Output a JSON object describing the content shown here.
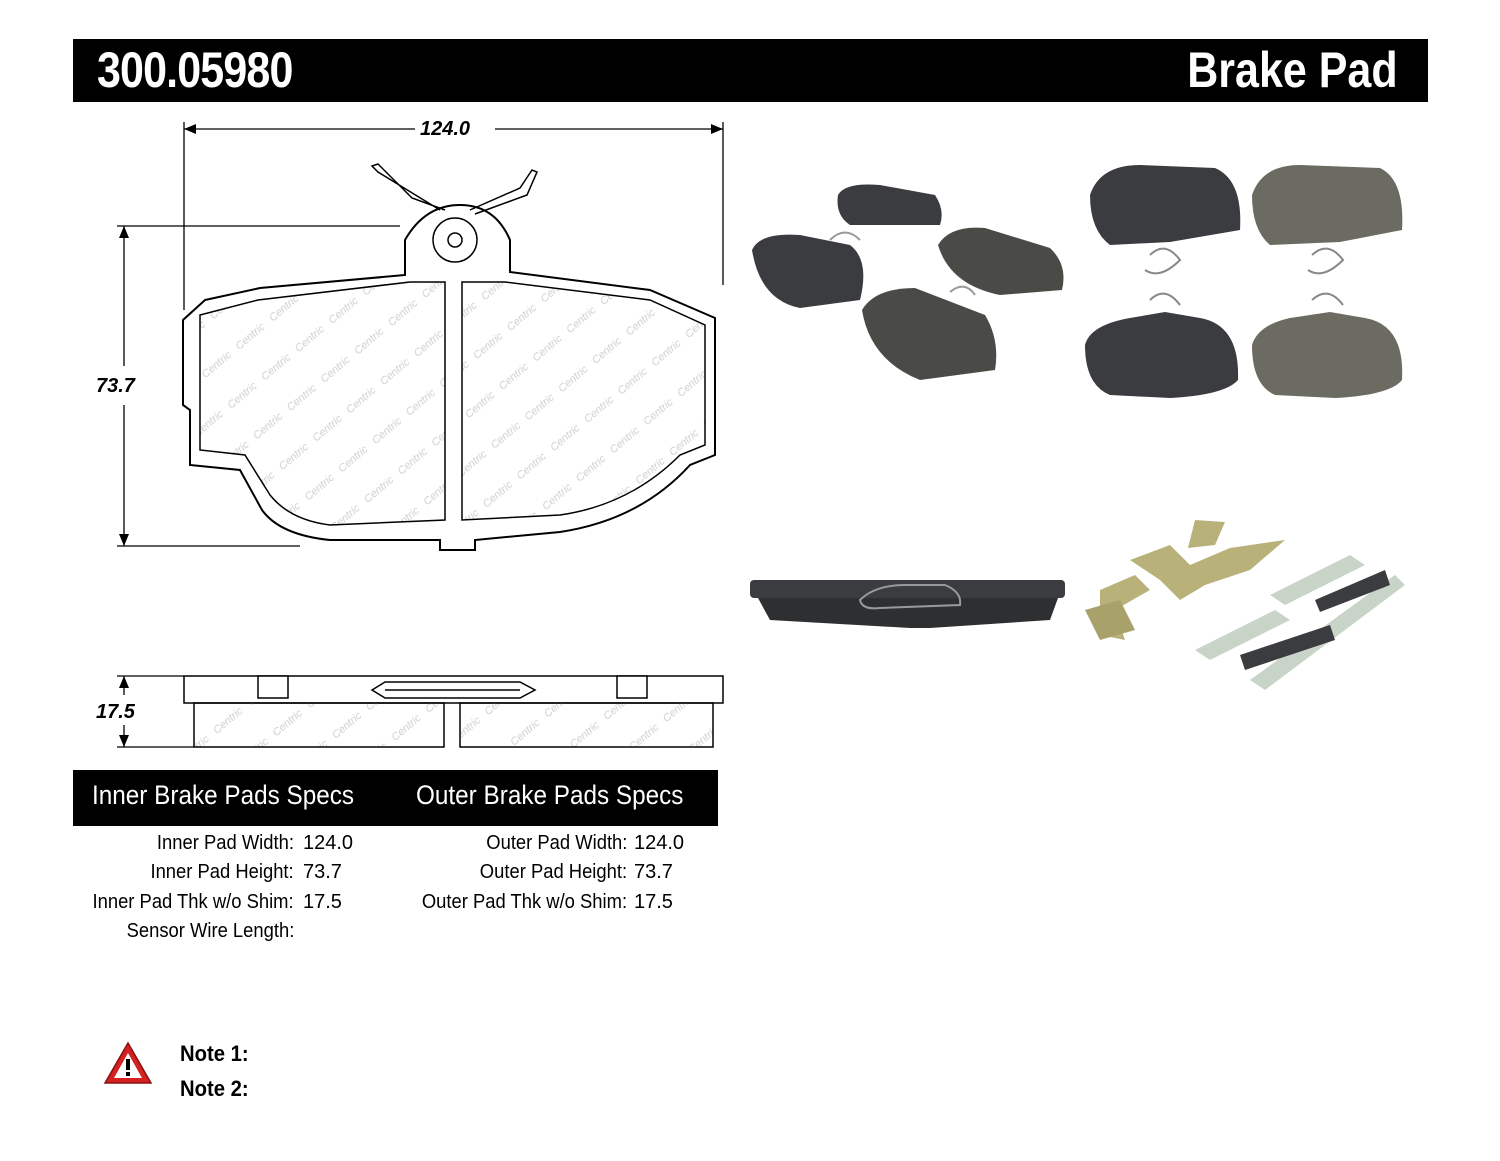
{
  "header": {
    "part_number": "300.05980",
    "product_type": "Brake Pad"
  },
  "drawing": {
    "width_label": "124.0",
    "height_label": "73.7",
    "thickness_label": "17.5",
    "watermark": "Centric"
  },
  "specs": {
    "inner_title": "Inner Brake Pads Specs",
    "outer_title": "Outer Brake Pads Specs",
    "inner": [
      {
        "label": "Inner Pad Width:",
        "value": "124.0"
      },
      {
        "label": "Inner Pad Height:",
        "value": "73.7"
      },
      {
        "label": "Inner Pad Thk w/o Shim:",
        "value": "17.5"
      },
      {
        "label": "Sensor Wire Length:",
        "value": ""
      }
    ],
    "outer": [
      {
        "label": "Outer Pad Width:",
        "value": "124.0"
      },
      {
        "label": "Outer Pad Height:",
        "value": "73.7"
      },
      {
        "label": "Outer Pad Thk w/o Shim:",
        "value": "17.5"
      }
    ]
  },
  "notes": {
    "note1": "Note 1:",
    "note2": "Note 2:"
  },
  "colors": {
    "header_bg": "#000000",
    "warning_red": "#d42020",
    "pad_dark": "#3a3c3f",
    "pad_ceramic": "#6b6b62",
    "hardware_gold": "#b8b27a"
  }
}
